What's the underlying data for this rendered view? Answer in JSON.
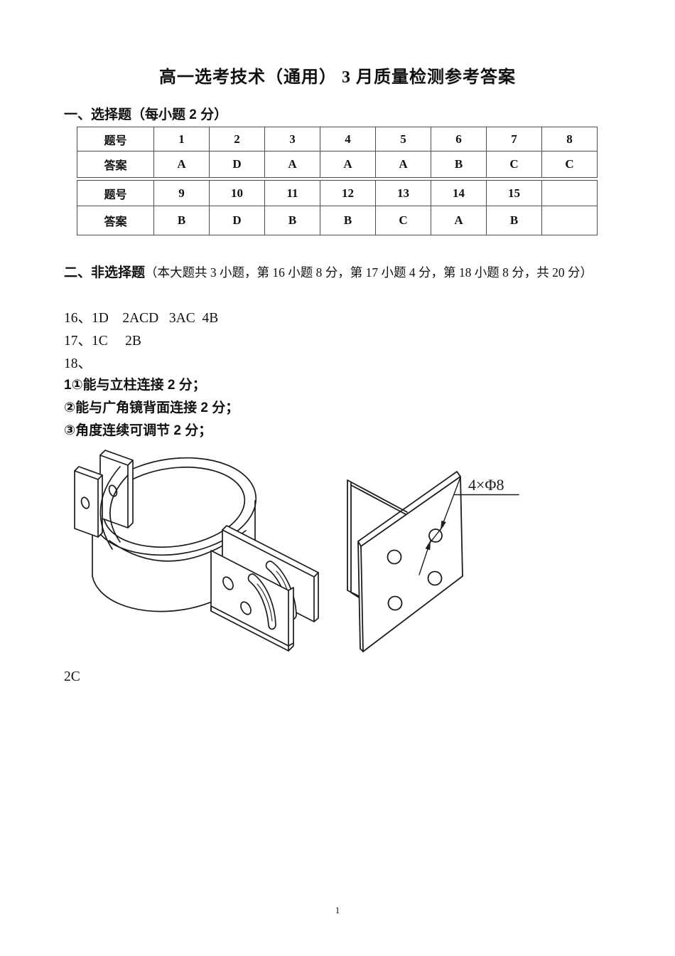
{
  "title": {
    "main": "高一选考技术（通用） 3 月质量检测",
    "bold": "参考答案"
  },
  "s1": {
    "heading": "一、选择题（每小题 2 分）",
    "t1": {
      "r0": [
        "题号",
        "1",
        "2",
        "3",
        "4",
        "5",
        "6",
        "7",
        "8"
      ],
      "r1": [
        "答案",
        "A",
        "D",
        "A",
        "A",
        "A",
        "B",
        "C",
        "C"
      ]
    },
    "t2": {
      "r0": [
        "题号",
        "9",
        "10",
        "11",
        "12",
        "13",
        "14",
        "15",
        ""
      ],
      "r1": [
        "答案",
        "B",
        "D",
        "B",
        "B",
        "C",
        "A",
        "B",
        ""
      ]
    }
  },
  "s2": {
    "head_bold": "二、非选择题",
    "head_rest": "（本大题共 3 小题，第 16 小题 8 分，第 17 小题 4 分，第 18 小题 8 分，共 20 分）",
    "l16": "16、1D    2ACD   3AC  4B",
    "l17": "17、1C     2B",
    "l18": "18、",
    "i1": "1①能与立柱连接 2 分；",
    "i2": "②能与广角镜背面连接 2 分；",
    "i3": "③角度连续可调节 2 分；",
    "tail": "2C"
  },
  "figures": {
    "dim_label": "4×Φ8"
  },
  "footer": {
    "page": "1"
  },
  "colors": {
    "ink": "#1c1c1c",
    "table_border": "#4d4d4d"
  }
}
